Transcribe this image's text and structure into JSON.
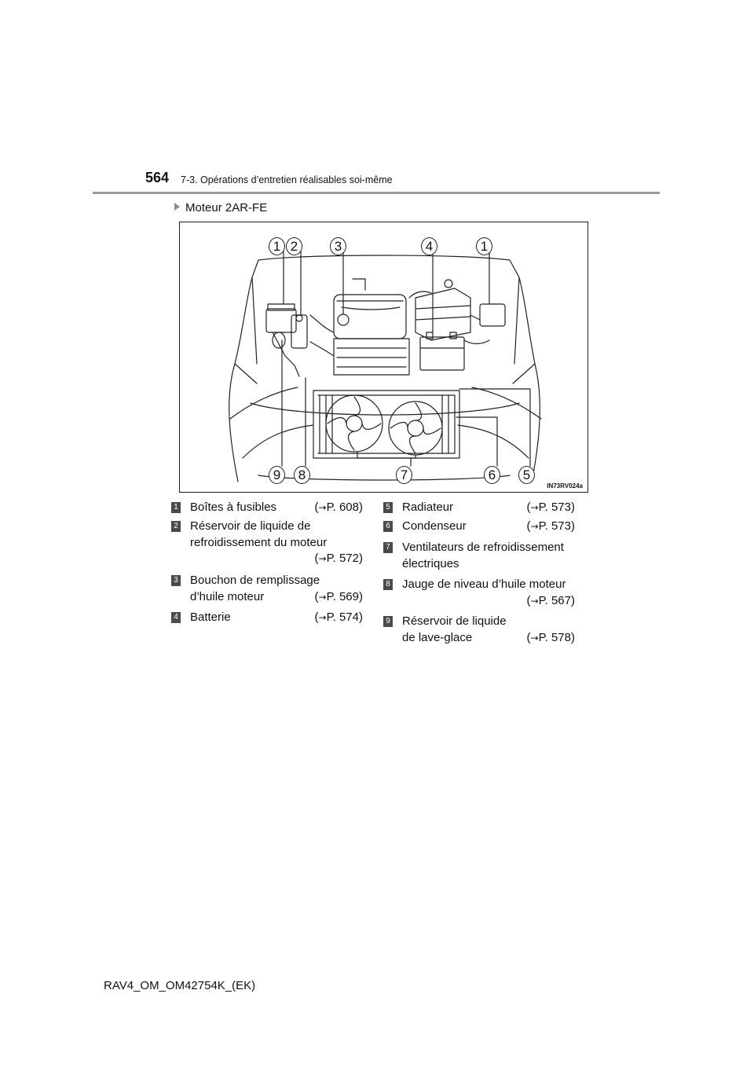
{
  "header": {
    "page_number": "564",
    "section_title": "7-3. Opérations d’entretien réalisables soi-même"
  },
  "subheading": "Moteur 2AR-FE",
  "figure": {
    "code": "IN73RV024a",
    "top_callouts": [
      "1",
      "2",
      "3",
      "4",
      "1"
    ],
    "bottom_callouts": [
      "9",
      "8",
      "7",
      "6",
      "5"
    ]
  },
  "legend": [
    {
      "num": "1",
      "lines": [
        "Boîtes à fusibles"
      ],
      "page": "P. 608"
    },
    {
      "num": "2",
      "lines": [
        "Réservoir de liquide de",
        "refroidissement du moteur"
      ],
      "page": "P. 572"
    },
    {
      "num": "3",
      "lines": [
        "Bouchon de remplissage",
        "d’huile moteur"
      ],
      "page": "P. 569"
    },
    {
      "num": "4",
      "lines": [
        "Batterie"
      ],
      "page": "P. 574"
    },
    {
      "num": "5",
      "lines": [
        "Radiateur"
      ],
      "page": "P. 573"
    },
    {
      "num": "6",
      "lines": [
        "Condenseur"
      ],
      "page": "P. 573"
    },
    {
      "num": "7",
      "lines": [
        "Ventilateurs de refroidissement",
        "électriques"
      ],
      "page": ""
    },
    {
      "num": "8",
      "lines": [
        "Jauge de niveau d’huile moteur"
      ],
      "page": "P. 567"
    },
    {
      "num": "9",
      "lines": [
        "Réservoir de liquide",
        "de lave-glace"
      ],
      "page": "P. 578"
    }
  ],
  "footer": "RAV4_OM_OM42754K_(EK)",
  "colors": {
    "badge": "#4a4a4a",
    "rule": "#9a9a9a",
    "bullet": "#8a8a8a"
  }
}
